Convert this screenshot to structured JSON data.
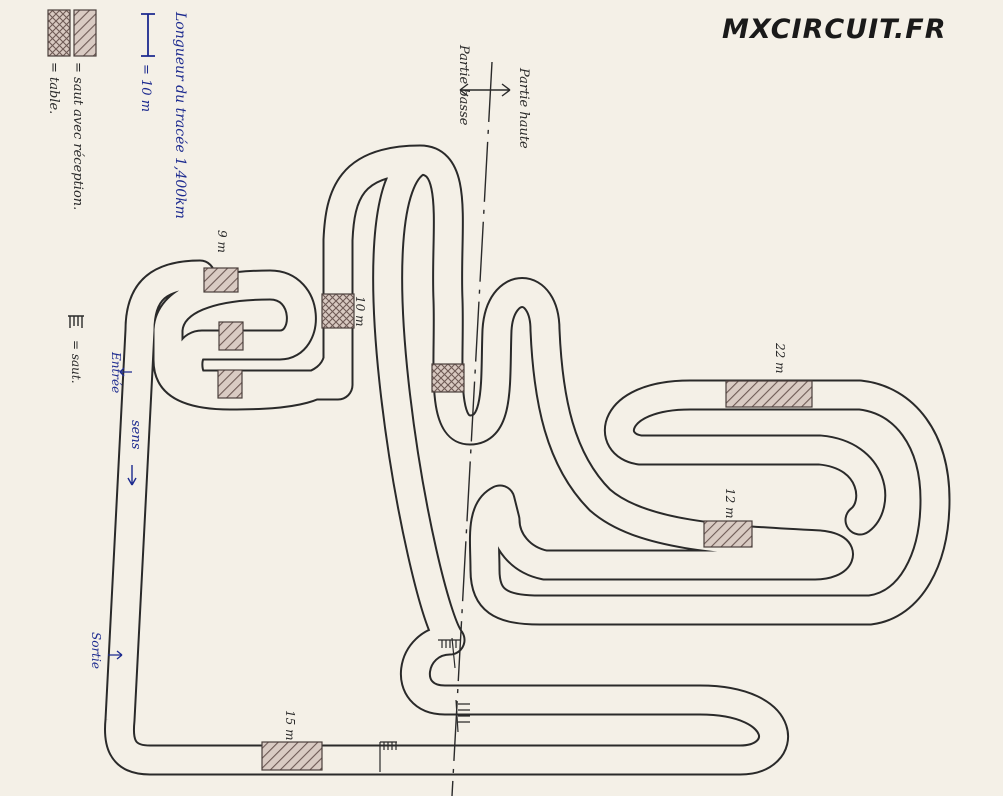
{
  "brand": "MXCIRCUIT.FR",
  "legend": {
    "table": "= table.",
    "saut_reception": "= saut avec réception.",
    "scale": "= 10 m",
    "length": "Longueur du tracée 1,400km",
    "saut": "= saut."
  },
  "labels": {
    "partie_haute": "Partie haute",
    "partie_basse": "Partie basse",
    "entree": "Entrée",
    "sortie": "Sortie",
    "sens": "sens",
    "m9": "9 m",
    "m10": "10 m",
    "m22": "22 m",
    "m12": "12 m",
    "m15": "15 m"
  },
  "colors": {
    "ink": "#2a2a2a",
    "blue": "#1c2a8f",
    "hatch": "#6e5a55",
    "paper": "#f4f0e7"
  }
}
